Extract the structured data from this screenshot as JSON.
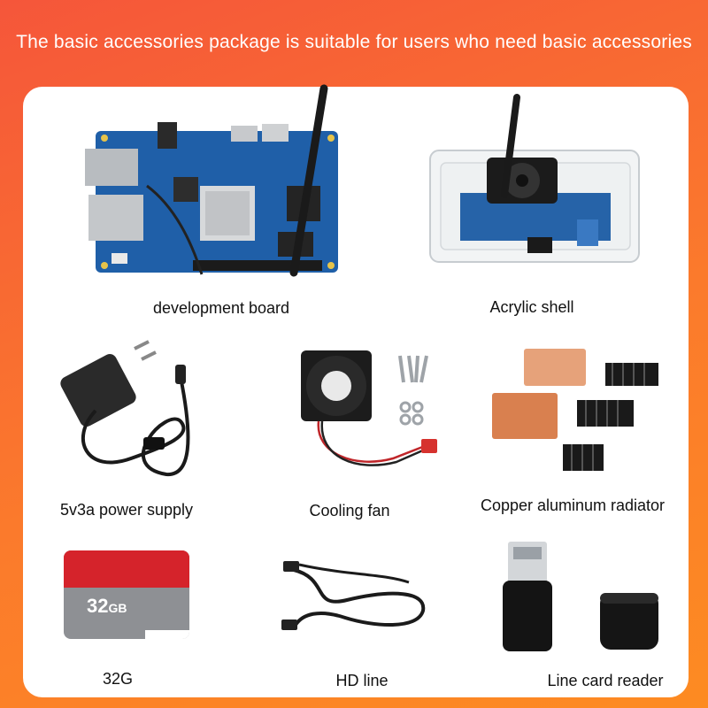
{
  "banner": {
    "text": "The basic accessories package is suitable for users who need basic accessories"
  },
  "colors": {
    "background_top": "#f5563a",
    "background_bottom": "#fd8b22",
    "card": "#ffffff",
    "board_blue": "#1f5fa8",
    "copper": "#e08a5a"
  },
  "items": [
    {
      "caption": "development board",
      "icon": "development-board-image"
    },
    {
      "caption": "Acrylic shell",
      "icon": "acrylic-case-image"
    },
    {
      "caption": "5v3a power supply",
      "icon": "power-adapter-image"
    },
    {
      "caption": "Cooling fan",
      "icon": "cooling-fan-image"
    },
    {
      "caption": "Copper aluminum radiator",
      "icon": "heatsink-image"
    },
    {
      "caption": "32G",
      "icon": "sd-card-image"
    },
    {
      "caption": "HD line",
      "icon": "hdmi-cable-image"
    },
    {
      "caption": "Line card reader",
      "icon": "card-reader-image"
    }
  ],
  "sd_card": {
    "label": "32",
    "unit": "GB"
  }
}
